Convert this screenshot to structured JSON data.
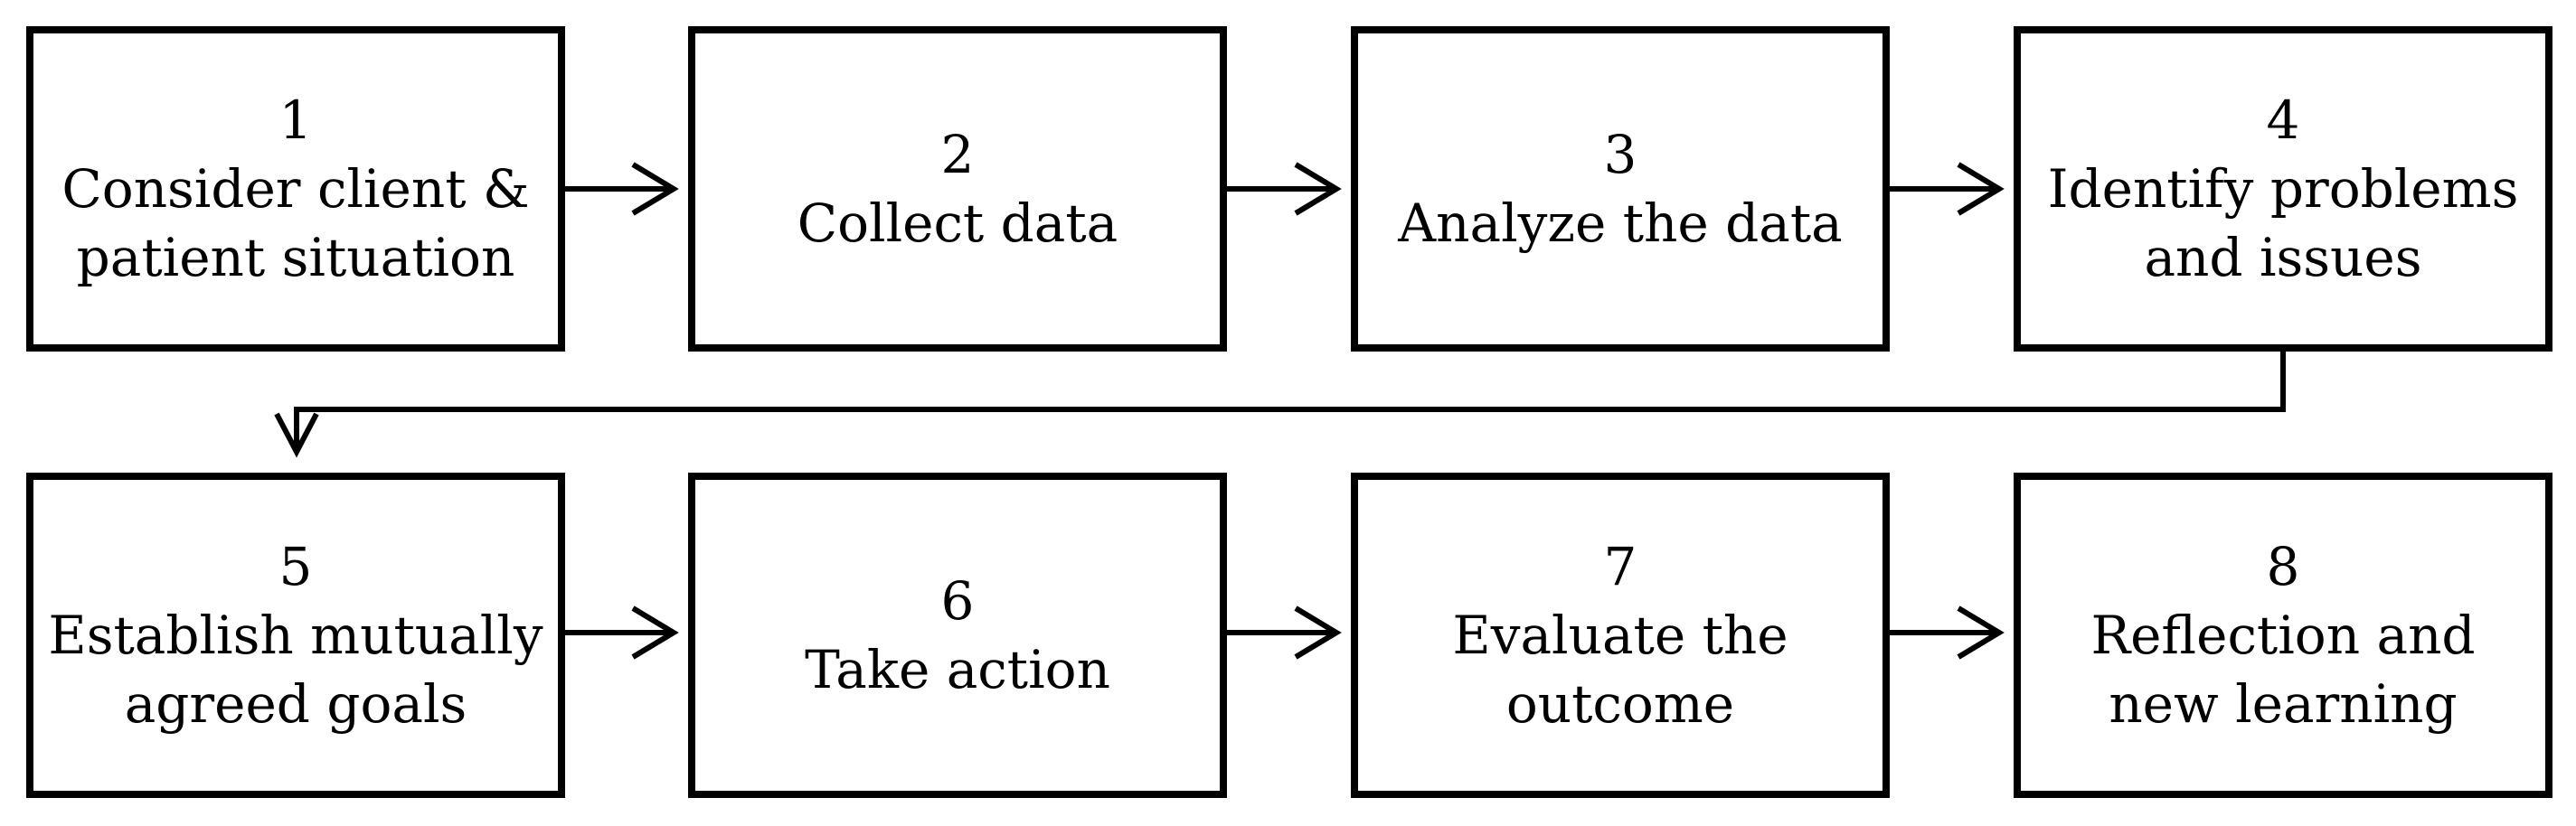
{
  "steps": [
    {
      "number": "1",
      "lines": [
        "Consider client &",
        "patient situation"
      ]
    },
    {
      "number": "2",
      "lines": [
        "Collect data"
      ]
    },
    {
      "number": "3",
      "lines": [
        "Analyze the data"
      ]
    },
    {
      "number": "4",
      "lines": [
        "Identify problems",
        "and issues"
      ]
    },
    {
      "number": "5",
      "lines": [
        "Establish mutually",
        "agreed goals"
      ]
    },
    {
      "number": "6",
      "lines": [
        "Take action"
      ]
    },
    {
      "number": "7",
      "lines": [
        "Evaluate the",
        "outcome"
      ]
    },
    {
      "number": "8",
      "lines": [
        "Reflection and",
        "new learning"
      ]
    }
  ],
  "colors": {
    "stroke": "#000000",
    "background": "#ffffff"
  }
}
